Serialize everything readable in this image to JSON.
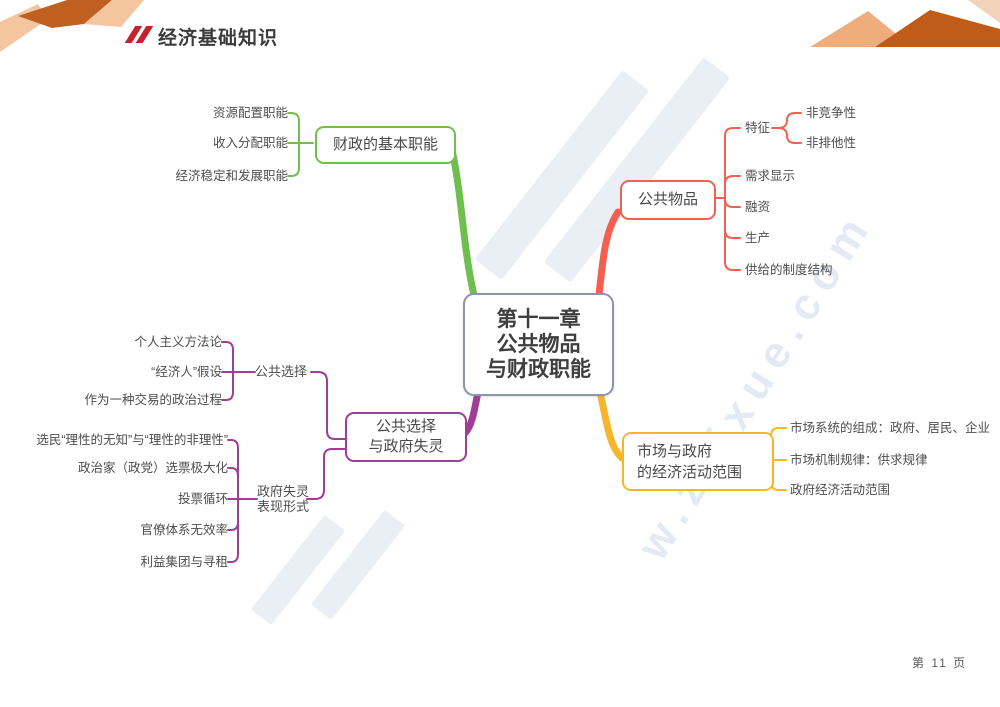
{
  "header": {
    "title": "经济基础知识"
  },
  "footer": {
    "page_label": "第 11 页"
  },
  "watermark": {
    "text": "w.zaixue.com"
  },
  "colors": {
    "branch_green": "#6fbf4e",
    "branch_red": "#f4604f",
    "branch_purple": "#a03d95",
    "branch_yellow": "#f7b52c",
    "center_border": "#8c96a9",
    "header_red": "#c4232c",
    "deco_orange_dark": "#c05c17",
    "deco_orange_mid": "#c06020",
    "deco_orange_light": "#f0ad7c",
    "deco_peach": "#f3c6a0"
  },
  "mindmap": {
    "center": {
      "lines": [
        "第十一章",
        "公共物品",
        "与财政职能"
      ]
    },
    "finance": {
      "label": "财政的基本职能",
      "items": [
        "资源配置职能",
        "收入分配职能",
        "经济稳定和发展职能"
      ]
    },
    "public_goods": {
      "label": "公共物品",
      "feature": {
        "label": "特征",
        "items": [
          "非竞争性",
          "非排他性"
        ]
      },
      "items": [
        "需求显示",
        "融资",
        "生产",
        "供给的制度结构"
      ]
    },
    "public_choice": {
      "label_lines": [
        "公共选择",
        "与政府失灵"
      ],
      "choice": {
        "label": "公共选择",
        "items": [
          "个人主义方法论",
          "“经济人”假设",
          "作为一种交易的政治过程"
        ]
      },
      "gov_failure": {
        "label_lines": [
          "政府失灵",
          "表现形式"
        ],
        "items": [
          "选民“理性的无知”与“理性的非理性”",
          "政治家（政党）选票极大化",
          "投票循环",
          "官僚体系无效率",
          "利益集团与寻租"
        ]
      }
    },
    "market_gov": {
      "label_lines": [
        "市场与政府",
        "的经济活动范围"
      ],
      "items": [
        "市场系统的组成：政府、居民、企业",
        "市场机制规律：供求规律",
        "政府经济活动范围"
      ]
    }
  }
}
